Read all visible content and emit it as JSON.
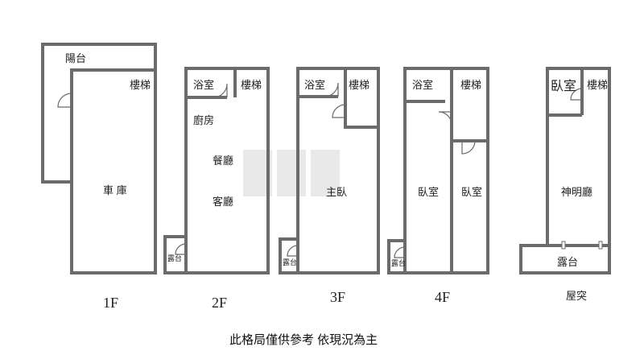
{
  "floors": [
    {
      "label": "1F",
      "rooms": {
        "balcony": "陽台",
        "stairs": "樓梯",
        "garage": "車 庫"
      }
    },
    {
      "label": "2F",
      "rooms": {
        "bath": "浴室",
        "stairs": "樓梯",
        "kitchen": "廚房",
        "dining": "餐廳",
        "living": "客廳",
        "terrace": "露台"
      }
    },
    {
      "label": "3F",
      "rooms": {
        "bath": "浴室",
        "stairs": "樓梯",
        "master": "主臥",
        "terrace": "露台"
      }
    },
    {
      "label": "4F",
      "rooms": {
        "bath": "浴室",
        "stairs": "樓梯",
        "bedroom_a": "臥室",
        "bedroom_b": "臥室",
        "terrace": "露台"
      }
    },
    {
      "label": "屋突",
      "rooms": {
        "bedroom": "臥室",
        "stairs": "樓梯",
        "shrine": "神明廳",
        "terrace": "露台"
      }
    }
  ],
  "footer_note": "此格局僅供參考 依現況為主"
}
